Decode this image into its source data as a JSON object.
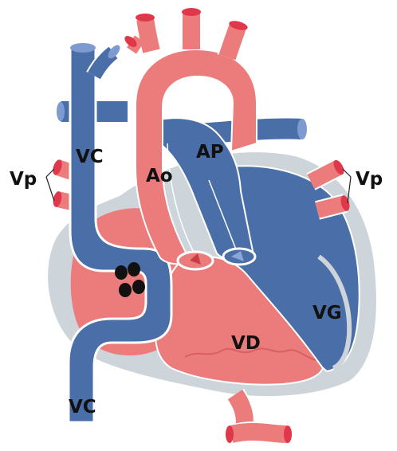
{
  "labels": {
    "vc_top": "VC",
    "vc_bottom": "VC",
    "ao": "Ao",
    "ap": "AP",
    "vd": "VD",
    "vg": "VG",
    "vp_left": "Vp",
    "vp_right": "Vp"
  },
  "colors": {
    "arterial_red": "#ec7b7c",
    "arterial_end": "#e0384a",
    "venous_blue": "#4a6ea8",
    "venous_end": "#7d9bd0",
    "pericardium": "#cdd5db",
    "outline": "#ffffff",
    "label": "#111111"
  }
}
